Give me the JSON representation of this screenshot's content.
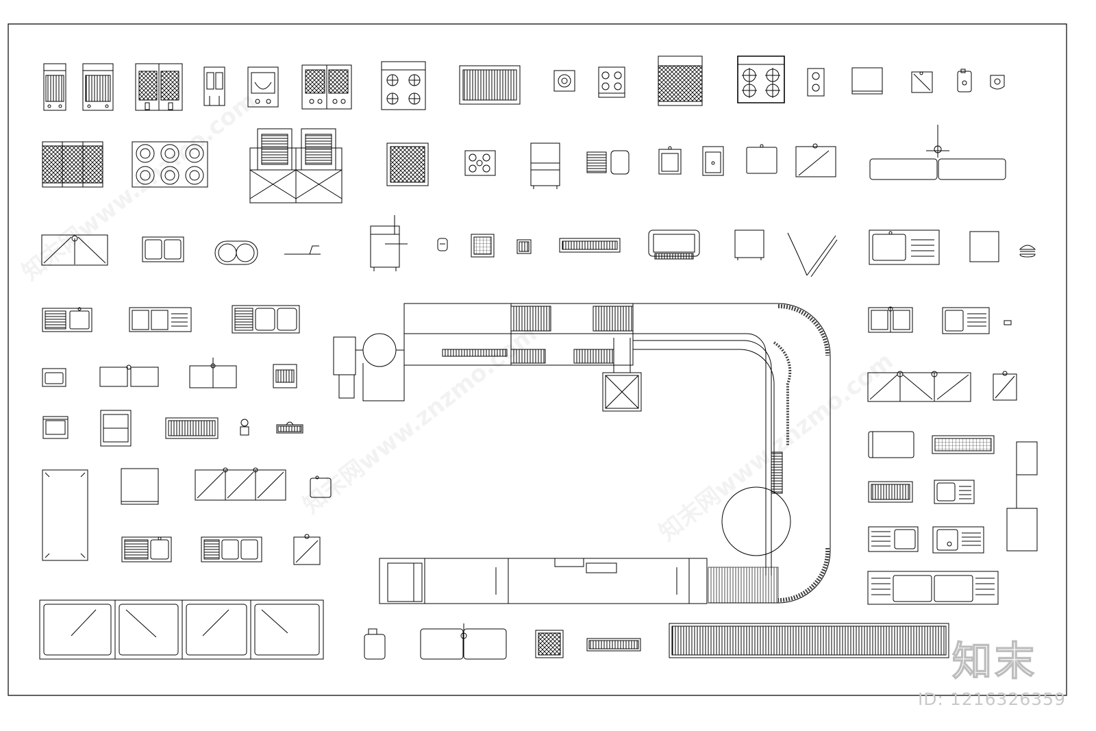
{
  "watermark": {
    "logo_text": "知末",
    "id_label": "ID: 1216326359",
    "site_text": "知末网www.znzmo.com"
  },
  "colors": {
    "background": "#ffffff",
    "line": "#000000",
    "watermark": "#bdbdbd"
  }
}
